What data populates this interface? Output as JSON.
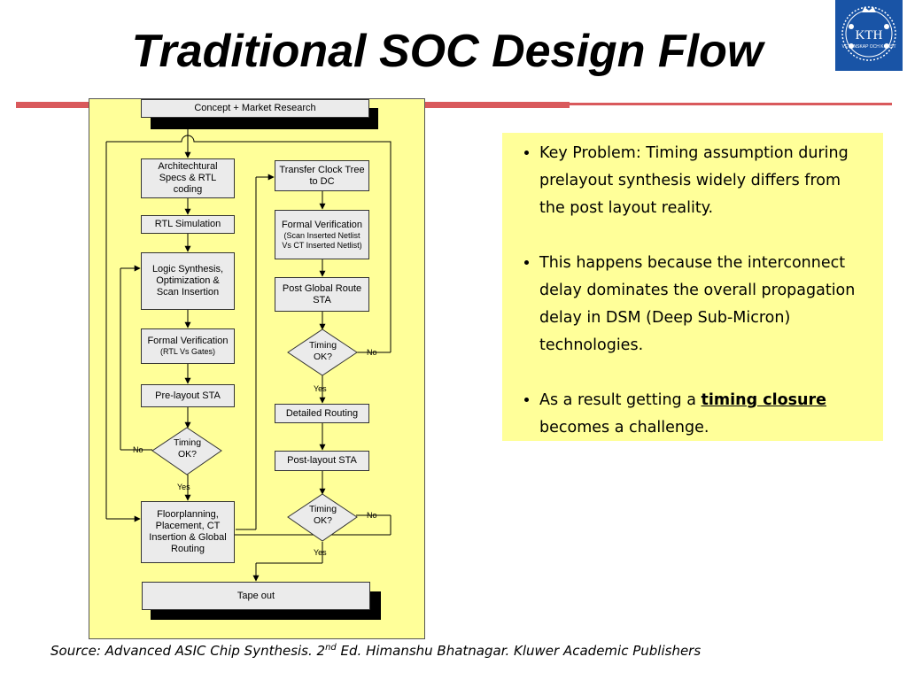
{
  "title": "Traditional SOC Design Flow",
  "logo": {
    "text": "KTH",
    "subtext": "VETENSKAP OCH KONST"
  },
  "colors": {
    "panel": "#ffff99",
    "box": "#ebebeb",
    "rule": "#d9595c",
    "logo": "#1954a6"
  },
  "flow": {
    "concept": "Concept + Market Research",
    "arch_specs": "Architechtural Specs & RTL coding",
    "rtl_sim": "RTL Simulation",
    "logic_synth": "Logic Synthesis, Optimization & Scan Insertion",
    "formal_ver_1": "Formal Verification",
    "formal_ver_1_sub": "(RTL Vs Gates)",
    "prelayout_sta": "Pre-layout STA",
    "timing_1": "Timing OK?",
    "floorplanning": "Floorplanning, Placement, CT Insertion & Global Routing",
    "transfer_clock": "Transfer Clock Tree to DC",
    "formal_ver_2": "Formal Verification",
    "formal_ver_2_sub": "(Scan Inserted Netlist Vs CT Inserted Netlist)",
    "post_global_sta": "Post Global Route STA",
    "timing_2": "Timing OK?",
    "detailed_routing": "Detailed Routing",
    "postlayout_sta": "Post-layout STA",
    "timing_3": "Timing OK?",
    "tape_out": "Tape out",
    "yes": "Yes",
    "no": "No"
  },
  "notes": {
    "bullet1": "Key Problem: Timing assumption during prelayout synthesis widely differs from the post layout reality.",
    "bullet2": "This happens because the interconnect delay dominates the overall propagation delay in DSM (Deep Sub-Micron) technologies.",
    "bullet3_pre": "As a result getting a ",
    "bullet3_em": "timing closure",
    "bullet3_post": " becomes a challenge."
  },
  "source": {
    "pre": "Source: Advanced ASIC Chip Synthesis. 2",
    "sup": "nd",
    "post": " Ed. Himanshu Bhatnagar. Kluwer Academic Publishers"
  }
}
